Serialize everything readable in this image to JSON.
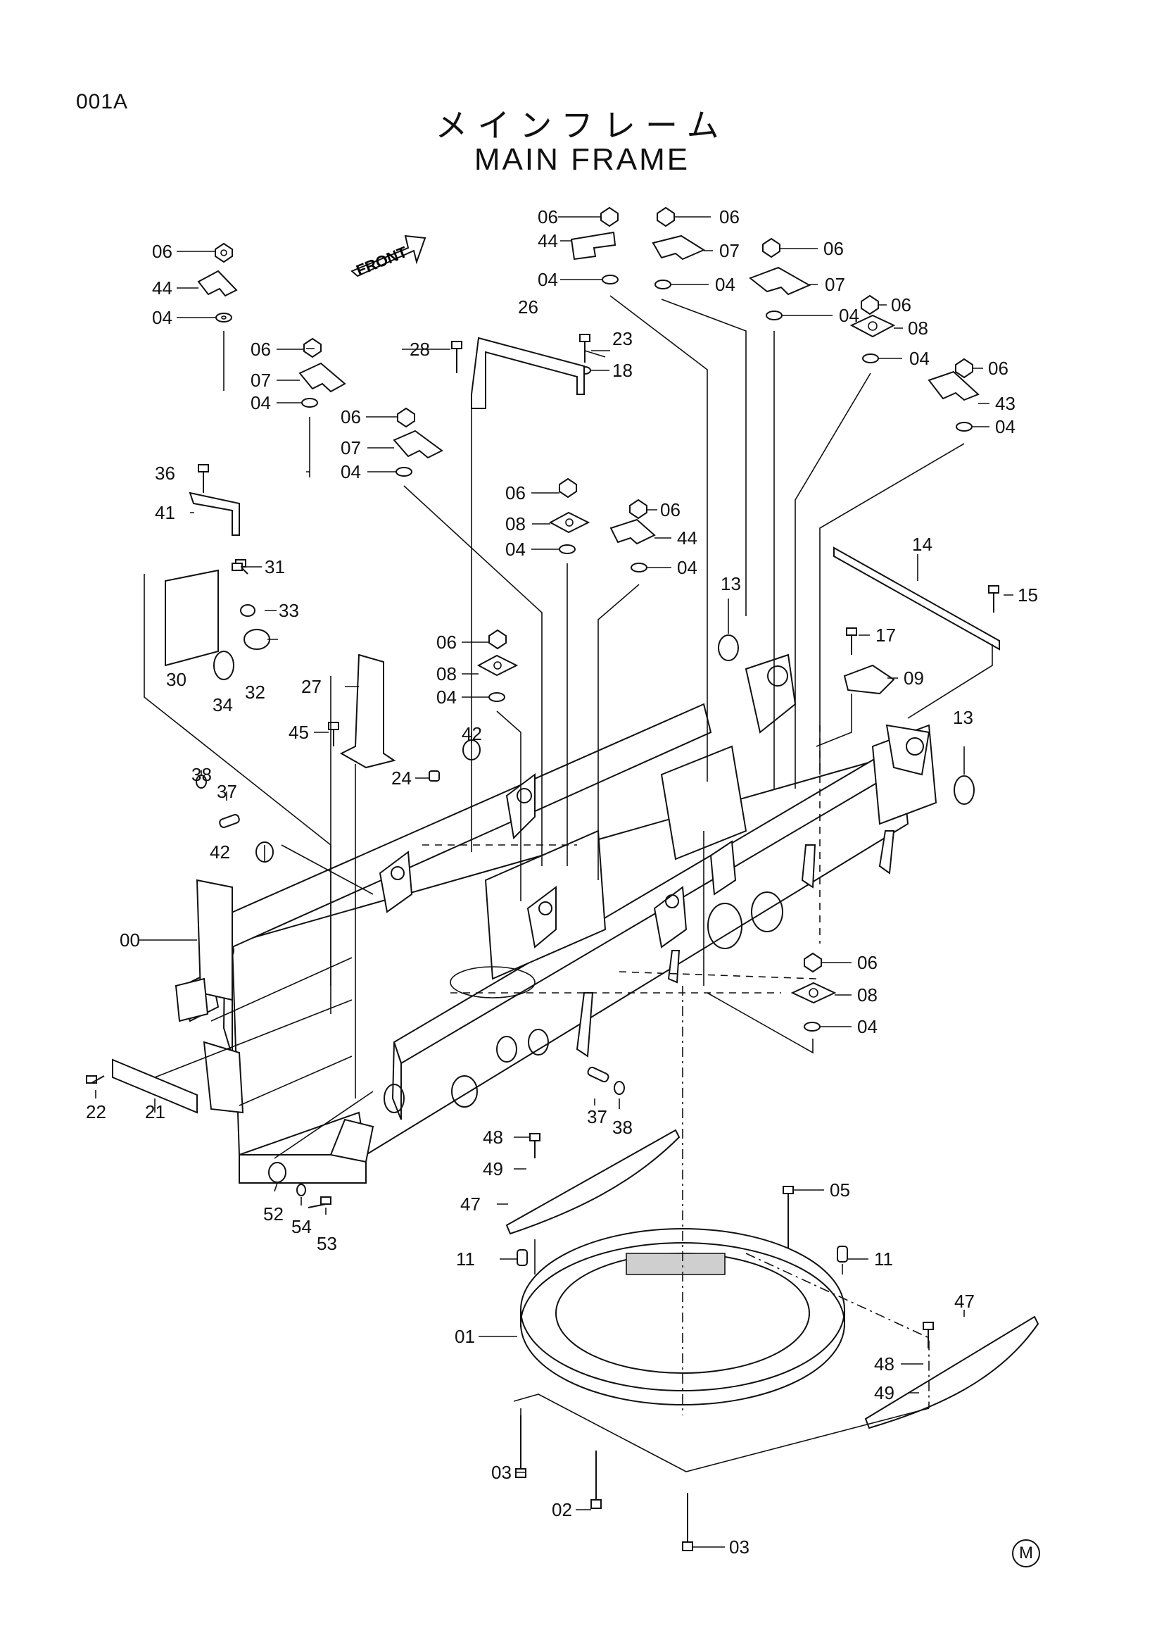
{
  "header": {
    "page_code": "001A",
    "title_jp": "メインフレーム",
    "title_en": "MAIN FRAME"
  },
  "front_arrow": {
    "label": "FRONT"
  },
  "callouts": [
    "06",
    "44",
    "04",
    "06",
    "07",
    "04",
    "06",
    "07",
    "04",
    "36",
    "41",
    "31",
    "33",
    "30",
    "34",
    "32",
    "28",
    "26",
    "23",
    "18",
    "06",
    "44",
    "04",
    "06",
    "07",
    "04",
    "06",
    "07",
    "04",
    "06",
    "08",
    "04",
    "06",
    "43",
    "04",
    "06",
    "08",
    "04",
    "06",
    "44",
    "04",
    "13",
    "14",
    "15",
    "17",
    "09",
    "06",
    "08",
    "04",
    "27",
    "45",
    "42",
    "13",
    "38",
    "37",
    "24",
    "42",
    "00",
    "22",
    "21",
    "52",
    "54",
    "53",
    "06",
    "08",
    "04",
    "37",
    "38",
    "48",
    "49",
    "47",
    "05",
    "11",
    "11",
    "01",
    "47",
    "48",
    "49",
    "03",
    "02",
    "03"
  ],
  "maker_mark": "M"
}
